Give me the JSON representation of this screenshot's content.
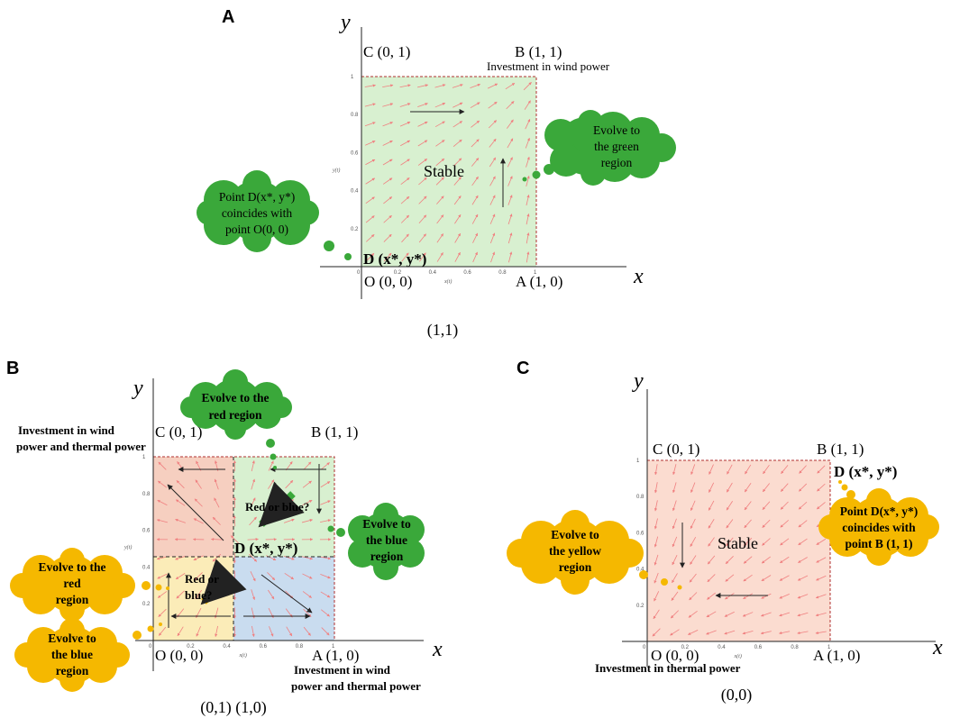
{
  "panel_a": {
    "letter": "A",
    "axis_x": "x",
    "axis_y": "y",
    "point_c": "C (0, 1)",
    "point_b": "B (1, 1)",
    "point_o": "O (0, 0)",
    "point_a": "A (1, 0)",
    "point_d": "D (x*, y*)",
    "region_title": "Investment in wind power",
    "stable": "Stable",
    "cloud_right": [
      "Evolve to",
      "the green",
      "region"
    ],
    "cloud_left": [
      "Point D(x*, y*)",
      "coincides with",
      "point O(0, 0)"
    ],
    "caption": "(1,1)",
    "region_color": "#d8f0d0"
  },
  "panel_b": {
    "letter": "B",
    "axis_x": "x",
    "axis_y": "y",
    "point_c": "C (0, 1)",
    "point_b": "B (1, 1)",
    "point_o": "O (0, 0)",
    "point_a": "A (1, 0)",
    "point_d": "D (x*, y*)",
    "top_note": [
      "Investment in wind",
      "power and thermal power"
    ],
    "bottom_note": [
      "Investment in wind",
      "power and thermal power"
    ],
    "cloud_top": [
      "Evolve to the",
      "red region"
    ],
    "cloud_right": [
      "Evolve to",
      "the blue",
      "region"
    ],
    "cloud_left_top": [
      "Evolve to the",
      "red",
      "region"
    ],
    "cloud_left_bottom": [
      "Evolve to",
      "the blue",
      "region"
    ],
    "question_upper": "Red or blue?",
    "question_lower": [
      "Red or",
      "blue?"
    ],
    "caption": "(0,1) (1,0)",
    "colors": {
      "red": "#f6cfc0",
      "green": "#d8f0d0",
      "yellow": "#fbecb8",
      "blue": "#c9dcef"
    }
  },
  "panel_c": {
    "letter": "C",
    "axis_x": "x",
    "axis_y": "y",
    "point_c": "C (0, 1)",
    "point_b": "B (1, 1)",
    "point_o": "O (0, 0)",
    "point_a": "A (1, 0)",
    "point_d": "D (x*, y*)",
    "region_title": "Investment in thermal power",
    "stable": "Stable",
    "cloud_left": [
      "Evolve to",
      "the yellow",
      "region"
    ],
    "cloud_right": [
      "Point D(x*, y*)",
      "coincides with",
      "point B (1, 1)"
    ],
    "caption": "(0,0)",
    "region_color": "#fbdcd0"
  },
  "ticks": [
    "0.2",
    "0.4",
    "0.6",
    "0.8",
    "1"
  ],
  "tick_axis_x": "x(t)",
  "tick_axis_y": "y(t)",
  "colors": {
    "green_cloud": "#3aa83a",
    "orange_cloud": "#f5b800",
    "field_arrow": "#f08080"
  }
}
